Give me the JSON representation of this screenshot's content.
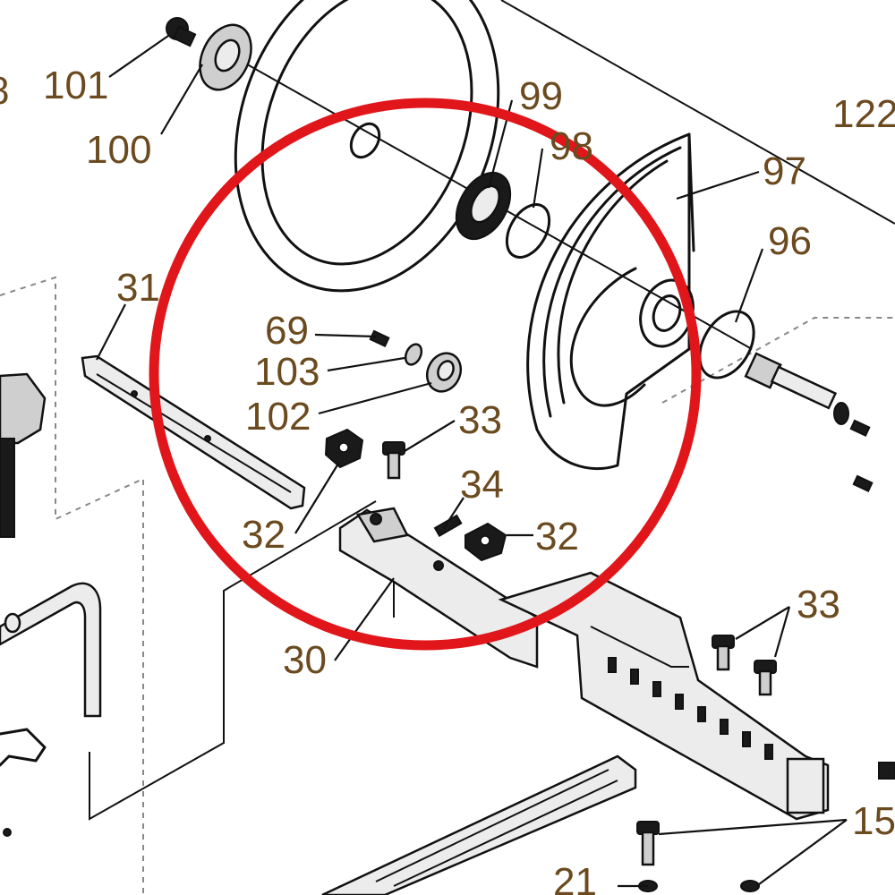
{
  "diagram": {
    "labels": {
      "p101": "101",
      "p100": "100",
      "p99": "99",
      "p98": "98",
      "p97": "97",
      "p96": "96",
      "p122": "122",
      "p31": "31",
      "p69": "69",
      "p103": "103",
      "p102": "102",
      "p33a": "33",
      "p34": "34",
      "p32a": "32",
      "p32b": "32",
      "p30": "30",
      "p33b": "33",
      "p15": "15",
      "p21": "21",
      "p8": "8"
    },
    "highlight_color": "#e0161b"
  }
}
